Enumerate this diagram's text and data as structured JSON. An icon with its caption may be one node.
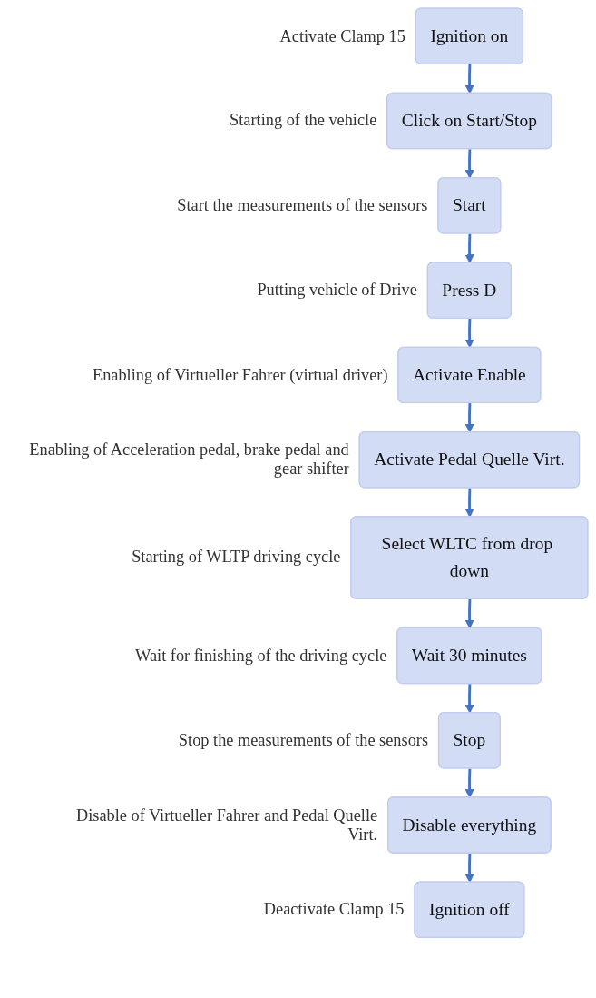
{
  "diagram": {
    "nodes": [
      {
        "text": [
          "Ignition on"
        ],
        "beside": [
          "Activate Clamp 15"
        ]
      },
      {
        "text": [
          "Click on Start/Stop"
        ],
        "beside": [
          "Starting of the vehicle"
        ]
      },
      {
        "text": [
          "Start"
        ],
        "beside": [
          "Start the measurements of the sensors"
        ]
      },
      {
        "text": [
          "Press D"
        ],
        "beside": [
          "Putting vehicle of Drive"
        ]
      },
      {
        "text": [
          "Activate Enable"
        ],
        "beside": [
          "Enabling of Virtueller Fahrer (virtual driver)"
        ]
      },
      {
        "text": [
          "Activate Pedal Quelle Virt."
        ],
        "beside": [
          "Enabling of Acceleration pedal, brake pedal and gear shifter"
        ]
      },
      {
        "text": [
          "Select WLTC from drop down"
        ],
        "beside": [
          "Starting of WLTP driving cycle"
        ]
      },
      {
        "text": [
          "Wait 30 minutes"
        ],
        "beside": [
          "Wait for finishing of the driving cycle"
        ]
      },
      {
        "text": [
          "Stop"
        ],
        "beside": [
          "Stop the measurements of the sensors"
        ]
      },
      {
        "text": [
          "Disable everything"
        ],
        "beside": [
          "Disable of Virtueller Fahrer and Pedal Quelle Virt."
        ]
      },
      {
        "text": [
          "Ignition off"
        ],
        "beside": [
          "Deactivate Clamp 15"
        ]
      }
    ],
    "edges": [
      {
        "from": 0,
        "to": 1,
        "arrow": "to"
      },
      {
        "from": 1,
        "to": 2,
        "arrow": "to"
      },
      {
        "from": 2,
        "to": 3,
        "arrow": "to"
      },
      {
        "from": 3,
        "to": 4,
        "arrow": "to"
      },
      {
        "from": 4,
        "to": 5,
        "arrow": "to"
      },
      {
        "from": 5,
        "to": 6,
        "arrow": "to"
      },
      {
        "from": 6,
        "to": 7,
        "arrow": "to"
      },
      {
        "from": 7,
        "to": 8,
        "arrow": "to"
      },
      {
        "from": 8,
        "to": 9,
        "arrow": "to"
      },
      {
        "from": 9,
        "to": 10,
        "arrow": "to"
      }
    ]
  }
}
